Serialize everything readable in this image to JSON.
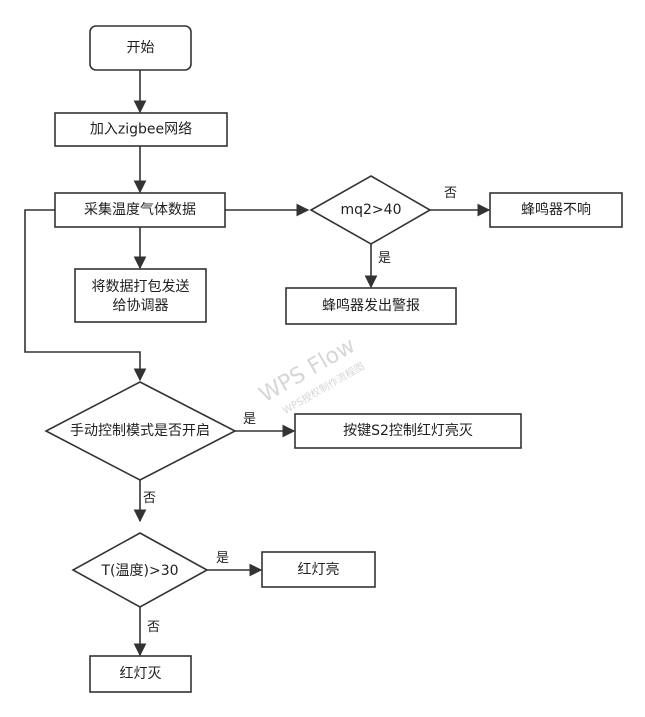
{
  "nodes": {
    "start": "开始",
    "join": "加入zigbee网络",
    "collect": "采集温度气体数据",
    "pack_line1": "将数据打包发送",
    "pack_line2": "给协调器",
    "mq2": "mq2>40",
    "buzzer_off": "蜂鸣器不响",
    "buzzer_alarm": "蜂鸣器发出警报",
    "manual": "手动控制模式是否开启",
    "key_s2": "按键S2控制红灯亮灭",
    "temp": "T(温度)>30",
    "red_on": "红灯亮",
    "red_off": "红灯灭"
  },
  "edge_labels": {
    "mq2_no": "否",
    "mq2_yes": "是",
    "manual_yes": "是",
    "manual_no": "否",
    "temp_yes": "是",
    "temp_no": "否"
  },
  "watermark": {
    "line1": "WPS Flow",
    "line2": "WPS授权制作流程图"
  }
}
